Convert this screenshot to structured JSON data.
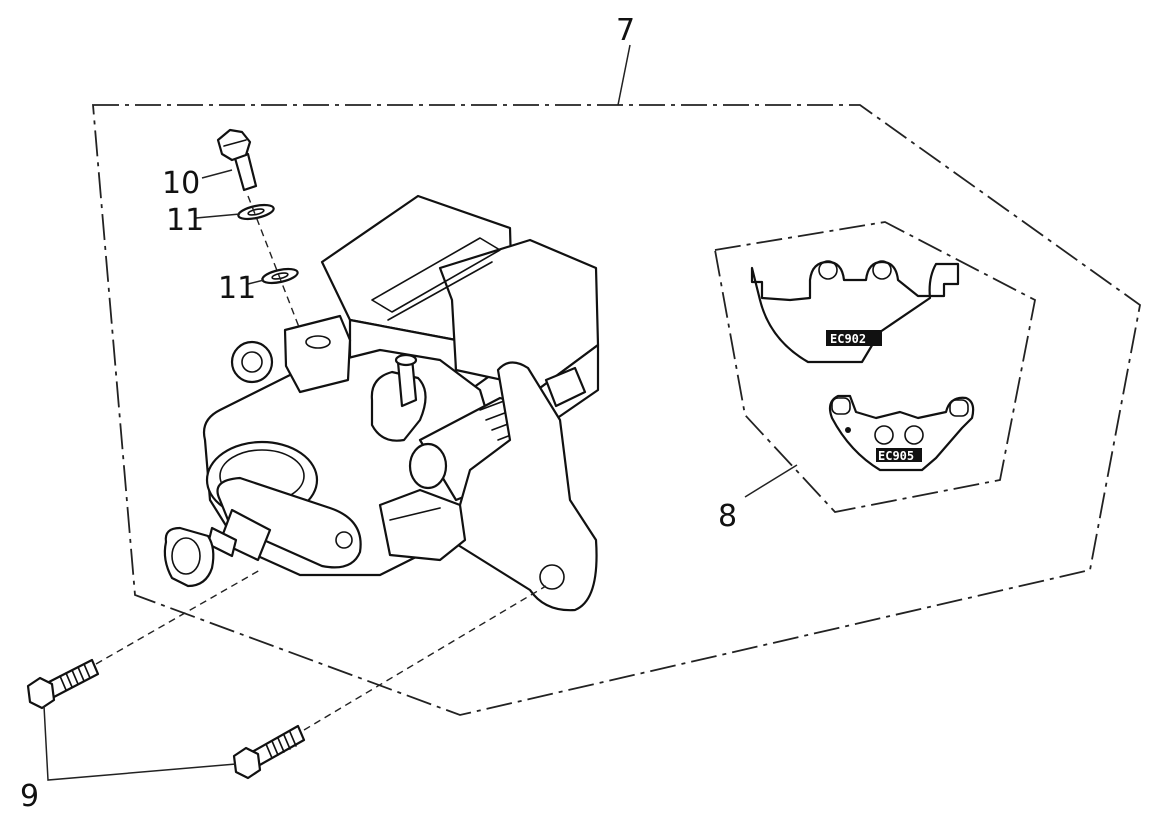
{
  "callouts": {
    "caliper_assembly": "7",
    "brake_pads": "8",
    "mounting_bolts": "9",
    "bleeder_bolt": "10",
    "washer_upper": "11",
    "washer_lower": "11"
  },
  "pad_codes": {
    "upper_pad": "EC902",
    "lower_pad": "EC905"
  },
  "colors": {
    "line": "#111111",
    "background": "#ffffff",
    "label_box": "#111111"
  }
}
